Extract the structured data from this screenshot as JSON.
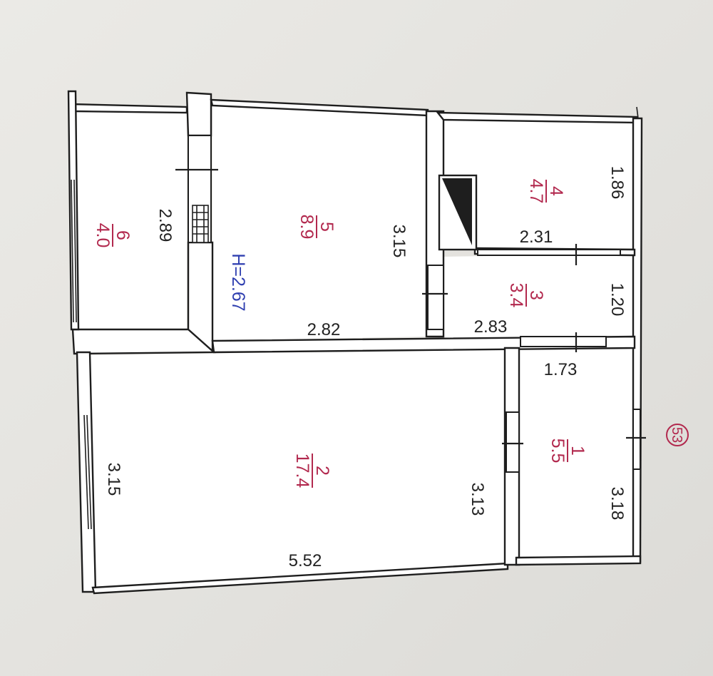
{
  "plan": {
    "ceiling_height": "H=2.67",
    "apartment_number": "53",
    "rooms": [
      {
        "id": "room-1",
        "number": "1",
        "area": "5.5"
      },
      {
        "id": "room-2",
        "number": "2",
        "area": "17.4"
      },
      {
        "id": "room-3",
        "number": "3",
        "area": "3.4"
      },
      {
        "id": "room-4",
        "number": "4",
        "area": "4.7"
      },
      {
        "id": "room-5",
        "number": "5",
        "area": "8.9"
      },
      {
        "id": "room-6",
        "number": "6",
        "area": "4.0"
      }
    ],
    "dimensions": [
      "2.89",
      "3.15",
      "2.82",
      "2.31",
      "2.83",
      "1.86",
      "1.20",
      "1.73",
      "3.15",
      "3.13",
      "5.52",
      "3.18"
    ]
  },
  "colors": {
    "room_label": "#b2294e",
    "height_label": "#2f3fb0",
    "dimension_label": "#222222"
  }
}
